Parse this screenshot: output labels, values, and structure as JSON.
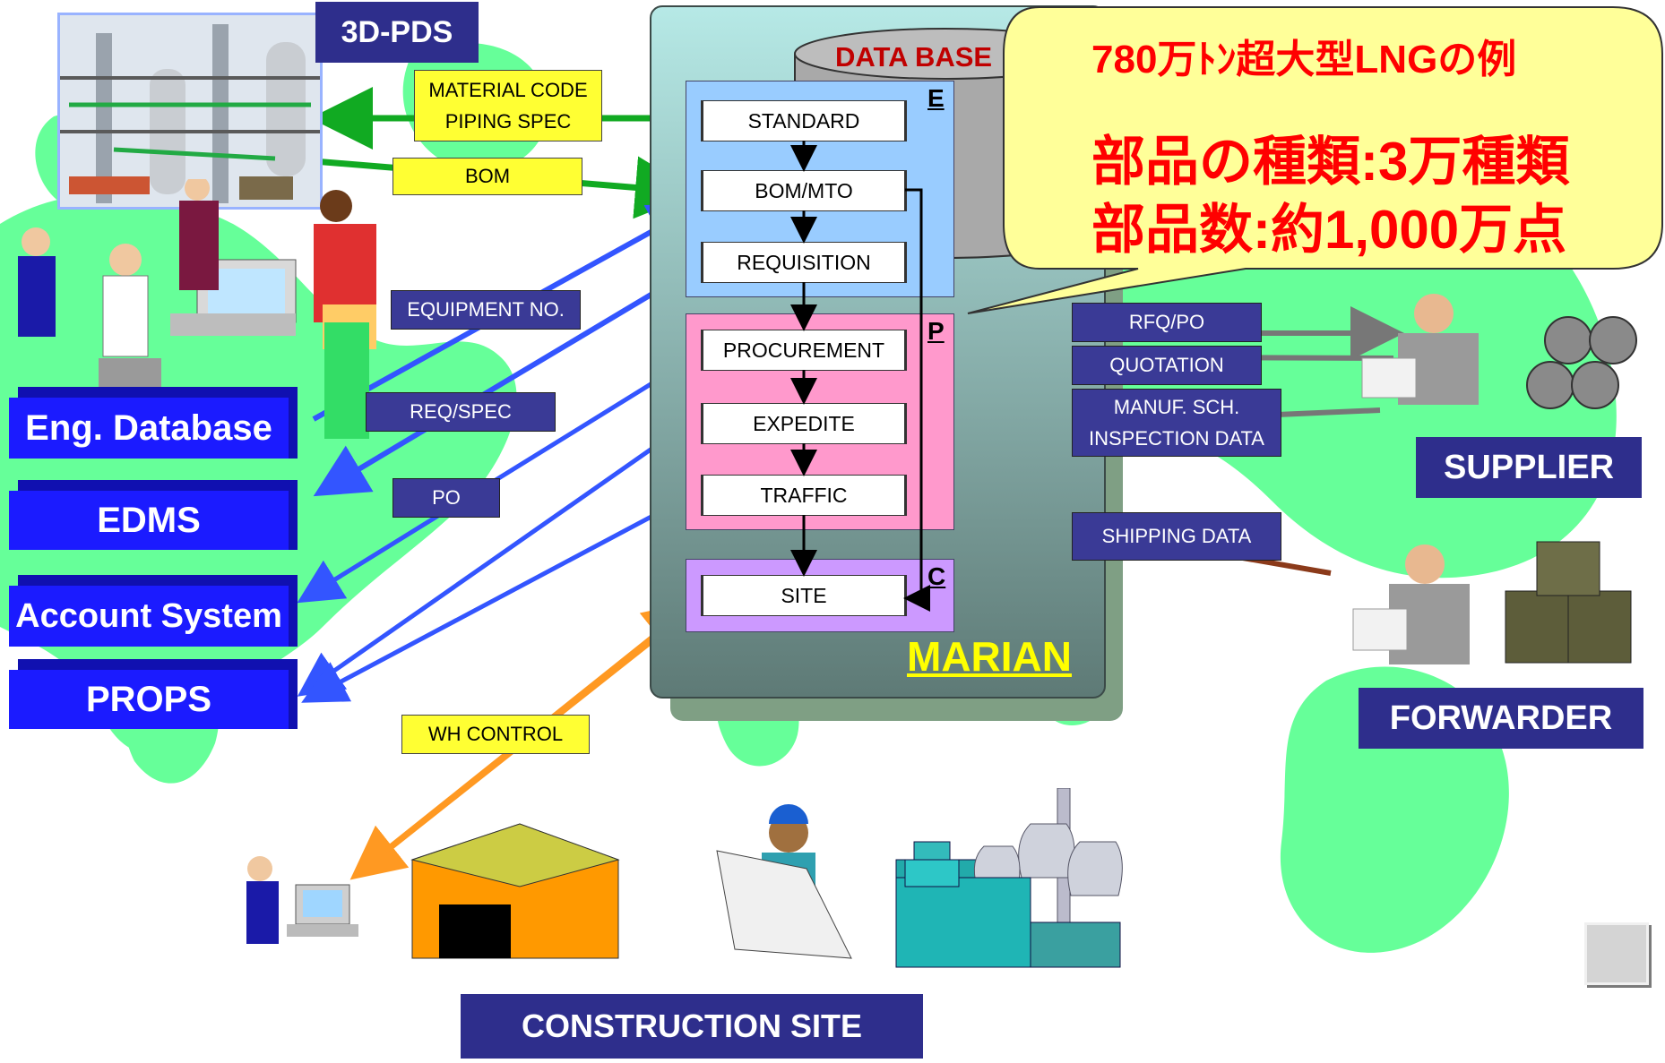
{
  "labels": {
    "pds": "3D-PDS",
    "database": "DATA BASE",
    "marian": "MARIAN",
    "supplier": "SUPPLIER",
    "forwarder": "FORWARDER",
    "construction": "CONSTRUCTION SITE"
  },
  "systems": [
    "Eng. Database",
    "EDMS",
    "Account System",
    "PROPS"
  ],
  "sections": {
    "e": "E",
    "p": "P",
    "c": "C"
  },
  "processes": {
    "standard": "STANDARD",
    "bom_mto": "BOM/MTO",
    "requisition": "REQUISITION",
    "procurement": "PROCUREMENT",
    "expedite": "EXPEDITE",
    "traffic": "TRAFFIC",
    "site": "SITE"
  },
  "flows": {
    "material_code": "MATERIAL CODE",
    "piping_spec": "PIPING SPEC",
    "bom": "BOM",
    "equipment_no": "EQUIPMENT NO.",
    "req_spec": "REQ/SPEC",
    "po": "PO",
    "wh_control": "WH CONTROL",
    "rfq_po": "RFQ/PO",
    "quotation": "QUOTATION",
    "manuf_sch": "MANUF. SCH.",
    "inspection_data": "INSPECTION DATA",
    "shipping_data": "SHIPPING DATA"
  },
  "callout": {
    "line1": "780万ﾄﾝ超大型LNGの例",
    "line2": "部品の種類:3万種類",
    "line3": "部品数:約1,000万点"
  },
  "colors": {
    "map": "#66ff99",
    "navy": "#2e2e8c",
    "system_blue": "#1b1bff",
    "e_section": "#99ccff",
    "p_section": "#ff99cc",
    "c_section": "#cc99ff",
    "callout_fill": "#ffff99",
    "callout_text": "#ff0000",
    "marian_text": "#ffff00"
  }
}
